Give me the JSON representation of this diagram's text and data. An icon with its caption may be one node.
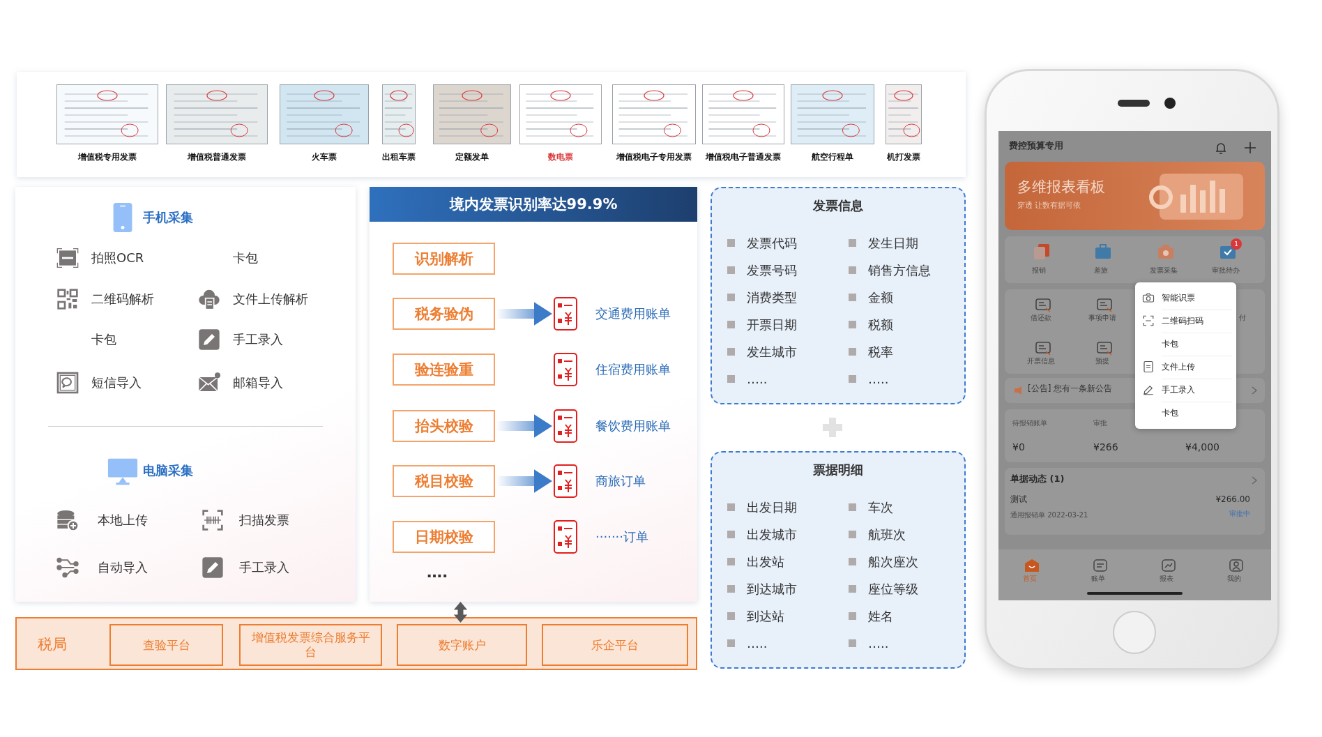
{
  "diagram": {
    "nodes": [
      {
        "text": [],
        "shape": "box"
      },
      {
        "text": [
          "增值税专用发票"
        ],
        "in": 0
      },
      {
        "text": [
          "增值税普通发票"
        ],
        "in": 0
      },
      {
        "text": [
          "火车票"
        ],
        "in": 0
      },
      {
        "text": [
          "出租车票"
        ],
        "in": 0
      },
      {
        "text": [
          "定额发单"
        ],
        "in": 0
      },
      {
        "text": [
          "数电票"
        ],
        "in": 0
      },
      {
        "text": [
          "增值税电子专用发票"
        ],
        "in": 0
      },
      {
        "text": [
          "增值税电子普通发票"
        ],
        "in": 0
      },
      {
        "text": [
          "航空行程单"
        ],
        "in": 0
      },
      {
        "text": [
          "机打发票"
        ],
        "in": 0
      },
      {
        "text": [
          "手机采集",
          "拍照OCR",
          "卡包",
          "二维码解析",
          "文件上传解析",
          "卡包",
          "手工录入",
          "短信导入",
          "邮箱导入",
          "电脑采集",
          "本地上传",
          "扫描发票",
          "自动导入",
          "手工录入"
        ]
      },
      {
        "text": [],
        "shape": "box"
      },
      {
        "text": [
          "境内发票识别率达99.9%"
        ],
        "in": 12
      },
      {
        "text": [
          "识别解析"
        ],
        "in": 12
      },
      {
        "text": [
          "税务验伪"
        ],
        "in": 12
      },
      {
        "text": [
          "验连验重"
        ],
        "in": 12
      },
      {
        "text": [
          "抬头校验"
        ],
        "in": 12
      },
      {
        "text": [
          "税目校验"
        ],
        "in": 12
      },
      {
        "text": [
          "日期校验"
        ],
        "in": 12
      },
      {
        "text": [
          "交通费用账单"
        ],
        "in": 12
      },
      {
        "text": [
          "住宿费用账单"
        ],
        "in": 12
      },
      {
        "text": [
          "餐饮费用账单"
        ],
        "in": 12
      },
      {
        "text": [
          "商旅订单"
        ],
        "in": 12
      },
      {
        "text": [
          "·······订单"
        ],
        "in": 12
      },
      {
        "text": [
          "发票信息",
          "发票代码",
          "发生日期",
          "发票号码",
          "销售方信息",
          "消费类型",
          "金额",
          "开票日期",
          "税额",
          "发生城市",
          "税率",
          "…..",
          "….."
        ]
      },
      {
        "text": [
          "票据明细",
          "出发日期",
          "车次",
          "出发城市",
          "航班次",
          "出发站",
          "船次座次",
          "到达城市",
          "座位等级",
          "到达站",
          "姓名",
          "…..",
          "….."
        ]
      },
      {
        "text": [
          "税局"
        ]
      },
      {
        "text": [
          "查验平台"
        ],
        "in": 27
      },
      {
        "text": [
          "增值税发票综合服务平台"
        ],
        "in": 27
      },
      {
        "text": [
          "数字账户"
        ],
        "in": 27
      },
      {
        "text": [
          "乐企平台"
        ],
        "in": 27
      },
      {
        "text": [],
        "shape": "phone"
      },
      {
        "text": [
          "智能识票",
          "二维码扫码",
          "卡包",
          "文件上传",
          "手工录入",
          "卡包"
        ],
        "in": 32
      }
    ],
    "edges": [
      {
        "from": 15,
        "to": 20,
        "arrow": "to"
      },
      {
        "from": 17,
        "to": 22,
        "arrow": "to"
      },
      {
        "from": 18,
        "to": 23,
        "arrow": "to"
      },
      {
        "from": 12,
        "to": 30,
        "arrow": "both",
        "color": "#595959"
      }
    ],
    "labels": [
      "….",
      "费控预算专用",
      "多维报表看板",
      "穿透 让数有据可依",
      "报销",
      "差旅",
      "发票采集",
      "审批待办",
      "1",
      "借还款",
      "事项申请",
      "付",
      "开票信息",
      "预提",
      "[公告] 您有一条新公告",
      "待报销账单",
      "审批",
      "¥0",
      "¥266",
      "¥4,000",
      "单据动态 (1)",
      "测试",
      "通用报销单 2022-03-21",
      "¥266.00",
      "审批中",
      "首页",
      "账单",
      "报表",
      "我的"
    ]
  }
}
